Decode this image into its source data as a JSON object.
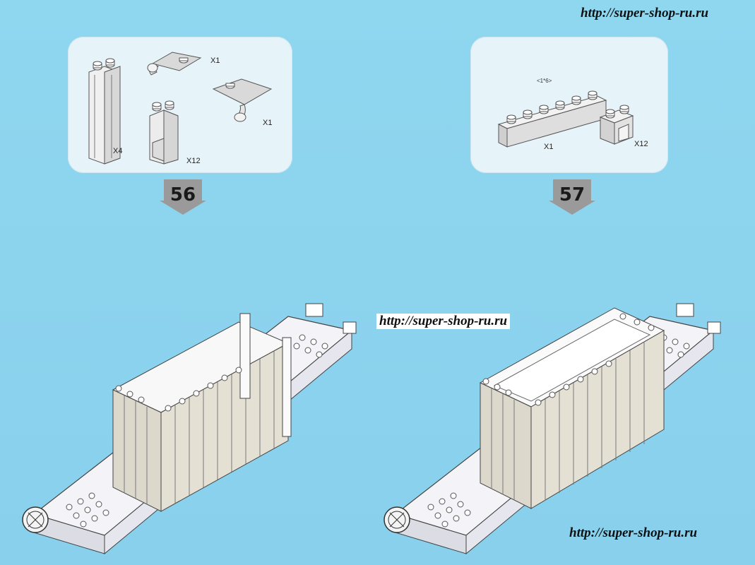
{
  "watermark": {
    "top": "http://super-shop-ru.ru",
    "middle": "http://super-shop-ru.ru",
    "bottom": "http://super-shop-ru.ru"
  },
  "steps": [
    {
      "number": "56",
      "parts": [
        {
          "icon": "tall-column-brick-icon",
          "qty": "X4"
        },
        {
          "icon": "curved-slope-with-clip-icon",
          "qty": "X1"
        },
        {
          "icon": "curved-slope-with-clip-mirrored-icon",
          "qty": "X1"
        },
        {
          "icon": "panel-1x2x3-icon",
          "qty": "X12"
        }
      ]
    },
    {
      "number": "57",
      "parts": [
        {
          "icon": "brick-1x6-icon",
          "qty": "X1",
          "size_label": "<1*6>"
        },
        {
          "icon": "brick-corner-icon",
          "qty": "X12"
        }
      ]
    }
  ],
  "colors": {
    "background": "#8cd3ee",
    "panel": "#e6f4fa",
    "brick_white": "#f2f2f2",
    "brick_tan": "#dcd8cc",
    "arrow": "#9a9a9a"
  }
}
